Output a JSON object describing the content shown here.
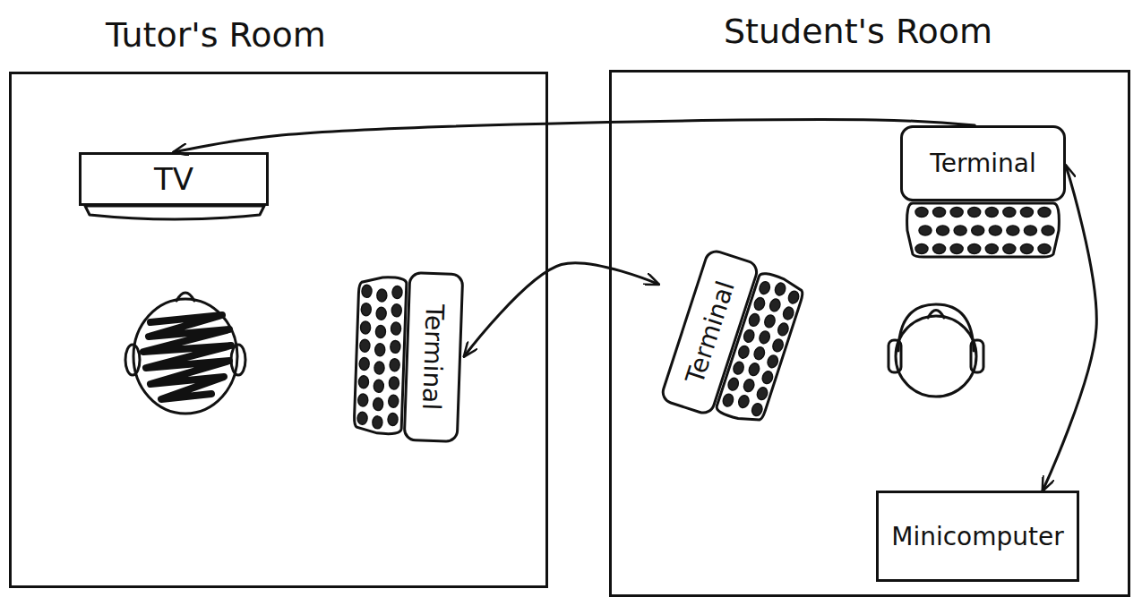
{
  "diagram": {
    "nodes": [
      {
        "text": [
          "Tutor's Room"
        ]
      },
      {
        "text": [
          "TV"
        ],
        "in": 0
      },
      {
        "text": [
          "Terminal"
        ],
        "in": 0
      },
      {
        "text": [
          "Student's Room"
        ]
      },
      {
        "text": [
          "Terminal"
        ],
        "in": 3
      },
      {
        "text": [
          "Terminal"
        ],
        "in": 3
      },
      {
        "text": [
          "Minicomputer"
        ],
        "in": 3
      }
    ],
    "edges": [
      {
        "from": 4,
        "to": 1,
        "arrow": "to"
      },
      {
        "from": 2,
        "to": 5,
        "arrow": "both"
      },
      {
        "from": 4,
        "to": 6,
        "arrow": "both"
      }
    ]
  }
}
